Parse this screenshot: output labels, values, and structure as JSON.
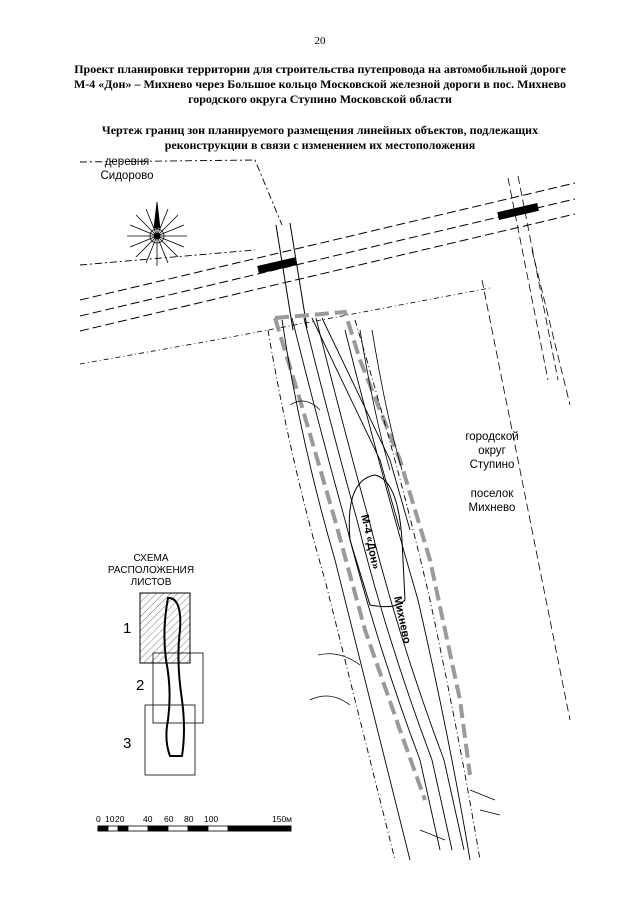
{
  "page": {
    "number": "20"
  },
  "header": {
    "title_lines": [
      "Проект планировки территории для строительства путепровода на автомобильной дороге",
      "М-4 «Дон» – Михнево через Большое кольцо Московской железной дороги в пос. Михнево",
      "городского округа Ступино Московской области"
    ],
    "subtitle_lines": [
      "Чертеж границ зон планируемого размещения линейных объектов, подлежащих",
      "реконструкции в связи с изменением их местоположения"
    ]
  },
  "map": {
    "labels": {
      "village": [
        "деревня",
        "Сидорово"
      ],
      "district": [
        "городской",
        "округ",
        "Ступино"
      ],
      "settlement": [
        "поселок",
        "Михнево"
      ],
      "road_m4": "М-4 «Дон»",
      "road_mikhnevo": "Михнево"
    }
  },
  "scheme": {
    "title_lines": [
      "СХЕМА",
      "РАСПОЛОЖЕНИЯ",
      "ЛИСТОВ"
    ],
    "sheets": [
      "1",
      "2",
      "3"
    ]
  },
  "scale": {
    "labels": [
      "0",
      "10",
      "20",
      "40",
      "60",
      "80",
      "100",
      "150м"
    ]
  }
}
